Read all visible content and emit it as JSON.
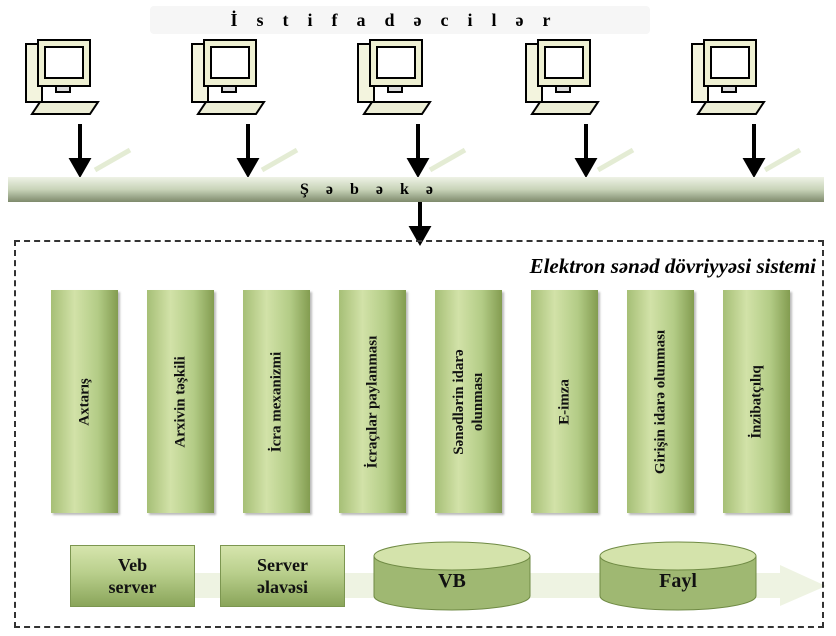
{
  "users_title": "İstifadəcilər",
  "network_label": "Şəbəkə",
  "system_title": "Elektron sənəd dövriyyəsi sistemi",
  "modules": [
    {
      "label": "Axtarış"
    },
    {
      "label": "Arxivin təşkili"
    },
    {
      "label": "İcra mexanizmi"
    },
    {
      "label": "İcraçılar paylanması"
    },
    {
      "label": "Sənədlərin idarə\nolunması"
    },
    {
      "label": "E-imza"
    },
    {
      "label": "Girişin idarə olunması"
    },
    {
      "label": "İnzibatçılıq"
    }
  ],
  "infrastructure": {
    "web_server": "Veb\nserver",
    "server_app": "Server\nəlavəsi",
    "db": "VB",
    "file": "Fayl"
  },
  "colors": {
    "module_green": "#b3cc86",
    "dark_green": "#839c50",
    "network_bar": "#c8d3b8"
  },
  "icons": [
    "computer-icon"
  ]
}
